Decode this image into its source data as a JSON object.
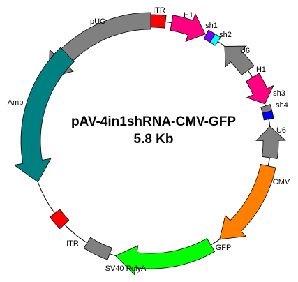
{
  "plasmid": {
    "name": "pAV-4in1shRNA-CMV-GFP",
    "size": "5.8 Kb"
  },
  "features": [
    {
      "id": "puc",
      "label": "pUC",
      "color": "#808080",
      "shape": "arrow"
    },
    {
      "id": "itr1",
      "label": "ITR",
      "color": "#ff0000",
      "shape": "box"
    },
    {
      "id": "h1a",
      "label": "H1",
      "color": "#ff0080",
      "shape": "arrow"
    },
    {
      "id": "sh1",
      "label": "sh1",
      "color": "#8000ff",
      "shape": "box"
    },
    {
      "id": "sh2",
      "label": "sh2",
      "color": "#00ffff",
      "shape": "box"
    },
    {
      "id": "u6a",
      "label": "U6",
      "color": "#808080",
      "shape": "arrow"
    },
    {
      "id": "h1b",
      "label": "H1",
      "color": "#ff0080",
      "shape": "arrow"
    },
    {
      "id": "sh3",
      "label": "sh3",
      "color": "#808080",
      "shape": "box"
    },
    {
      "id": "sh4",
      "label": "sh4",
      "color": "#0000ff",
      "shape": "box"
    },
    {
      "id": "u6b",
      "label": "U6",
      "color": "#808080",
      "shape": "arrow"
    },
    {
      "id": "cmv",
      "label": "CMV",
      "color": "#ff8000",
      "shape": "arrow"
    },
    {
      "id": "gfp",
      "label": "GFP",
      "color": "#00ff00",
      "shape": "arrow"
    },
    {
      "id": "sv40",
      "label": "SV40 PolyA",
      "color": "#808080",
      "shape": "box"
    },
    {
      "id": "itr2",
      "label": "ITR",
      "color": "#ff0000",
      "shape": "box"
    },
    {
      "id": "amp",
      "label": "Amp",
      "color": "#008080",
      "shape": "arrow"
    }
  ]
}
